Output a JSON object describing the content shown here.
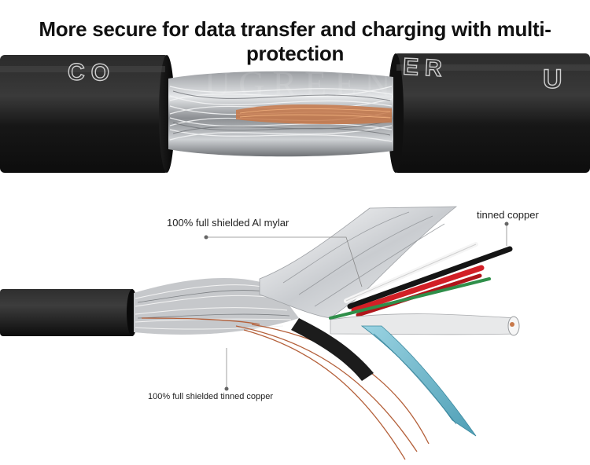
{
  "headline": "More secure for data transfer and charging with multi-protection",
  "top_photo": {
    "cable_print_left": "CO",
    "cable_print_right": "ER",
    "cable_print_brand": "U"
  },
  "bottom_photo": {
    "callouts": {
      "mylar": "100% full shielded Al mylar",
      "tinned_copper": "tinned copper",
      "shield_copper": "100% full shielded tinned copper"
    }
  },
  "watermark": "UGREEN",
  "colors": {
    "jacket": "#1a1a1a",
    "braid": "#b9bcc0",
    "copper": "#c8794a",
    "red": "#d21f26",
    "green": "#2f8f4a",
    "white": "#f2f2f2",
    "blue_foil": "#6fbad0"
  }
}
